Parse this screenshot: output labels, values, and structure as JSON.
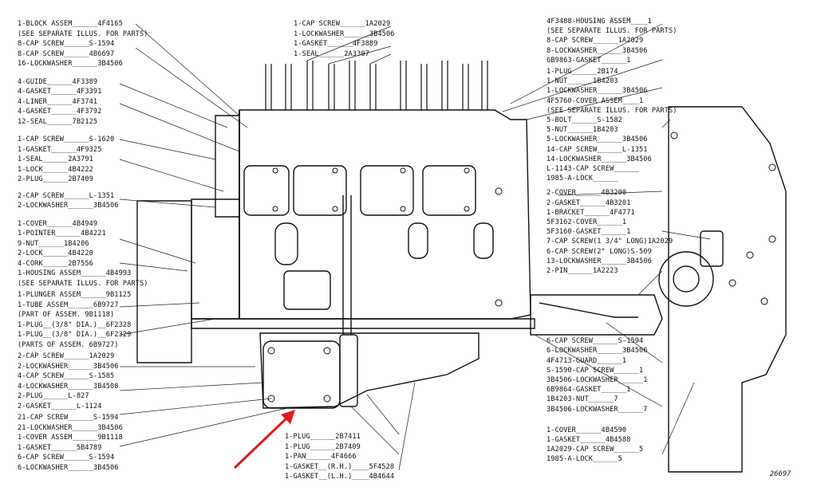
{
  "labels": {
    "left": [
      "1-BLOCK ASSEM______4F4165",
      "(SEE SEPARATE ILLUS. FOR PARTS)",
      "8-CAP SCREW______S-1594",
      "8-CAP SCREW______4B6697",
      "16-LOCKWASHER______3B4506",
      "4-GUIDE______4F3389",
      "4-GASKET______4F3391",
      "4-LINER______4F3741",
      "4-GASKET______4F3792",
      "12-SEAL______7B2125",
      "1-CAP SCREW______S-1620",
      "1-GASKET______4F9325",
      "1-SEAL______2A3791",
      "1-LOCK______4B4222",
      "2-PLUG______2B7409",
      "2-CAP SCREW______L-1351",
      "2-LOCKWASHER______3B4506",
      "1-COVER______4B4949",
      "1-POINTER______4B4221",
      "9-NUT______1B4206",
      "2-LOCK______4B4220",
      "4-CORK______2B7556",
      "1-HOUSING ASSEM______4B4993",
      "(SEE SEPARATE ILLUS. FOR PARTS)",
      "1-PLUNGER ASSEM______9B1125",
      "1-TUBE ASSEM______6B9727",
      "(PART OF ASSEM. 9B1118)",
      "1-PLUG__(3/8\" DIA.)__6F2328",
      "1-PLUG__(3/8\" DIA.)__6F2329",
      "(PARTS OF ASSEM. 6B9727)",
      "2-CAP SCREW______1A2029",
      "2-LOCKWASHER______3B4506",
      "4-CAP SCREW______S-1585",
      "4-LOCKWASHER______3B4508",
      "2-PLUG______L-827",
      "2-GASKET______L-1124",
      "21-CAP SCREW______S-1594",
      "21-LOCKWASHER______3B4506",
      "1-COVER ASSEM______9B1118",
      "1-GASKET______5B4789",
      "6-CAP SCREW______S-1594",
      "6-LOCKWASHER______3B4506"
    ],
    "top": [
      "1-CAP SCREW______1A2029",
      "1-LOCKWASHER______3B4506",
      "1-GASKET______4F3889",
      "1-SEAL______2A3307"
    ],
    "right": [
      "4F3488-HOUSING ASSEM____1",
      "(SEE SEPARATE ILLUS. FOR PARTS)",
      "8-CAP SCREW______1A2029",
      "8-LOCKWASHER______3B4506",
      "6B9863-GASKET______1",
      "1-PLUG______2B174",
      "1-NUT______1B4203",
      "1-LOCKWASHER______3B4506",
      "4F5760-COVER ASSEM____1",
      "(SEE SEPARATE ILLUS. FOR PARTS)",
      "5-BOLT______S-1582",
      "5-NUT______1B4203",
      "5-LOCKWASHER______3B4506",
      "14-CAP SCREW______L-1351",
      "14-LOCKWASHER______3B4506",
      "L-1143-CAP SCREW______",
      "1985-A-LOCK______",
      "2-COVER______4B3200",
      "2-GASKET______4B3201",
      "1-BRACKET______4F4771",
      "5F3162-COVER______1",
      "5F3160-GASKET______1",
      "7-CAP SCREW(1 3/4\" LONG)1A2029",
      "6-CAP SCREW(2\" LONG)S-509",
      "13-LOCKWASHER______3B4506",
      "2-PIN______1A2223",
      "6-CAP SCREW______S-1594",
      "6-LOCKWASHER______3B4506",
      "4F4713-GUARD______1",
      "S-1590-CAP SCREW______1",
      "3B4506-LOCKWASHER______1",
      "6B9864-GASKET______1",
      "1B4203-NUT______7",
      "3B4506-LOCKWASHER______7",
      "1-COVER______4B4590",
      "1-GASKET______4B4588",
      "1A2029-CAP SCREW______5",
      "1985-A-LOCK______5"
    ],
    "bottom": [
      "1-PLUG______2B7411",
      "1-PLUG______2B7409",
      "1-PAN______4F4666",
      "1-GASKET__(R.H.)____5F4528",
      "1-GASKET__(L.H.)____4B4644"
    ]
  },
  "figure_number": "26697",
  "arrow_color": "#e31b1b"
}
